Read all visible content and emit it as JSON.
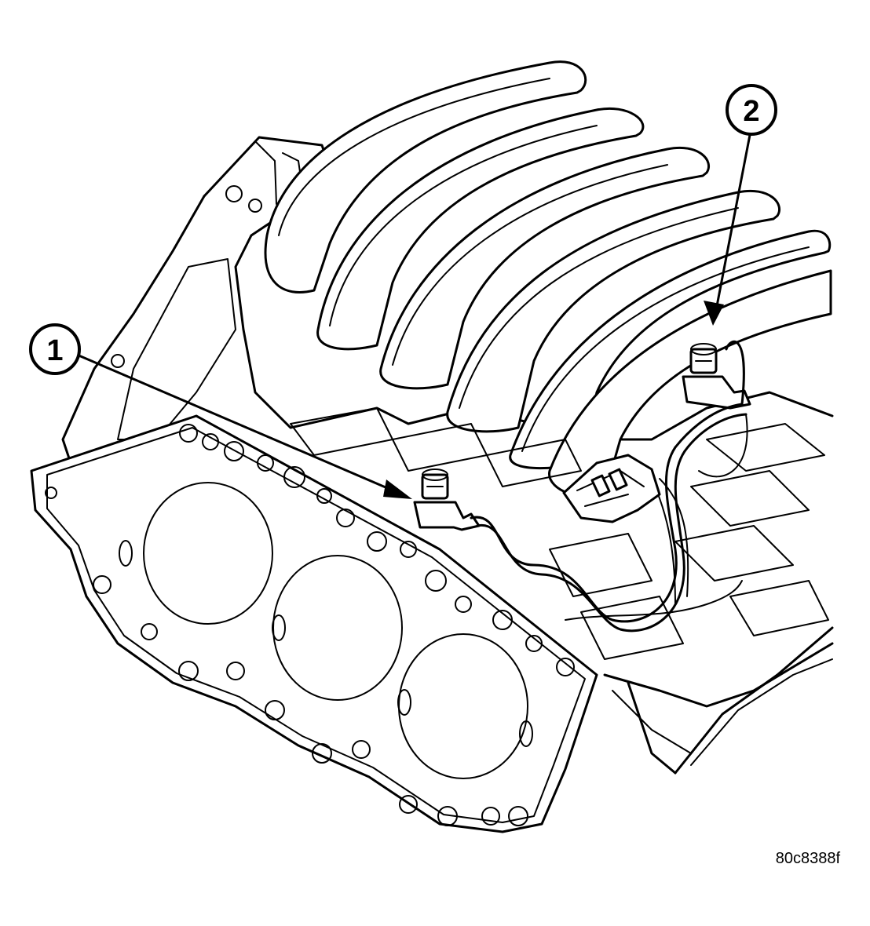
{
  "callouts": [
    {
      "label": "1"
    },
    {
      "label": "2"
    }
  ],
  "figure_code": "80c8388f",
  "colors": {
    "ink": "#000000",
    "paper": "#ffffff"
  }
}
